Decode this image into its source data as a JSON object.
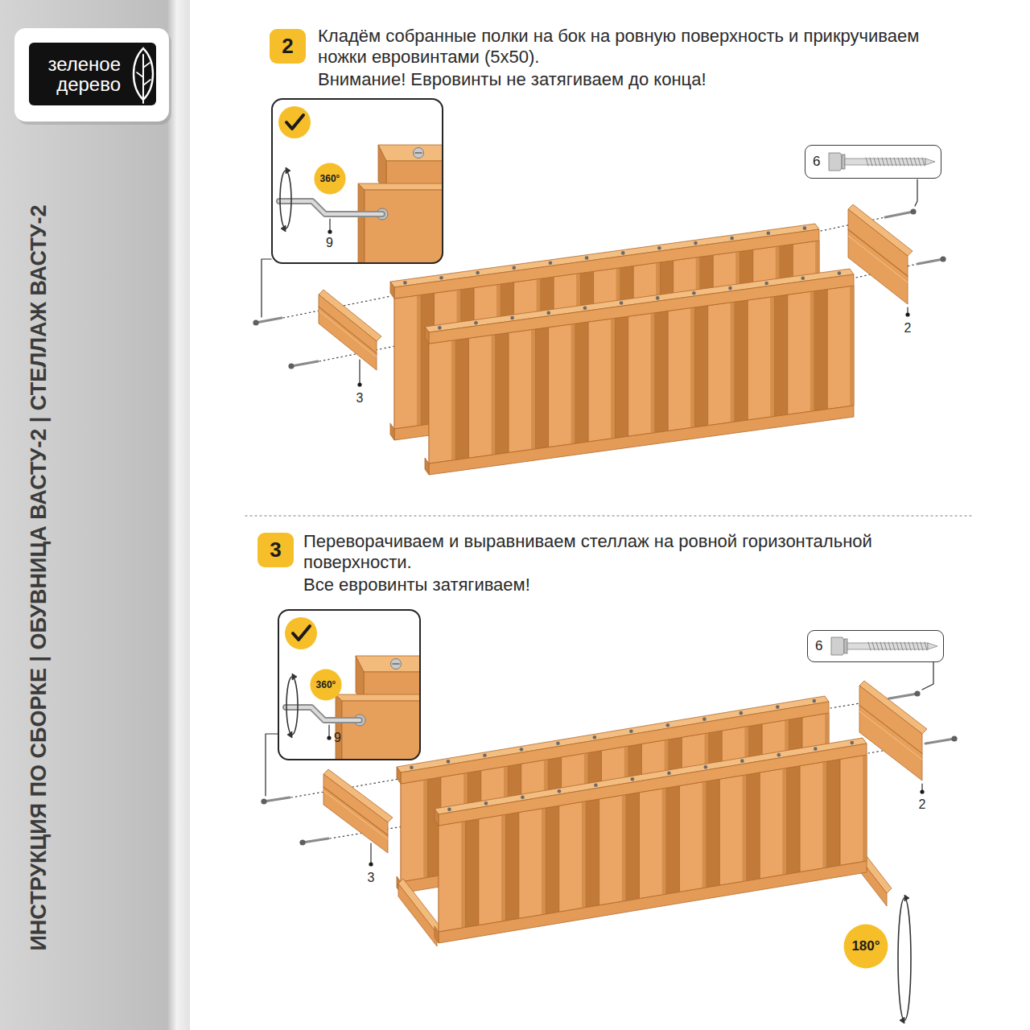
{
  "diagram": {
    "title": "ИНСТРУКЦИЯ ПО СБОРКЕ | ОБУВНИЦА ВАСТУ-2 | СТЕЛЛАЖ ВАСТУ-2",
    "nodes": [
      {
        "text": [
          "зеленое дерево"
        ]
      },
      {
        "text": [
          "2"
        ]
      },
      {
        "text": [
          "9"
        ]
      },
      {
        "text": [
          "360°"
        ],
        "in": 2
      },
      {
        "text": [
          "6"
        ]
      },
      {
        "text": [
          "3"
        ]
      },
      {
        "text": [
          "9"
        ]
      },
      {
        "text": [
          "360°"
        ],
        "in": 6
      },
      {
        "text": [
          "6"
        ]
      },
      {
        "text": [
          "180°"
        ]
      }
    ],
    "labels": [
      "Кладём собранные полки на бок на ровную поверхность и прикручиваем ножки евровинтами (5x50).",
      "Внимание! Евровинты не затягиваем до конца!",
      "3",
      "2",
      "Переворачиваем и выравниваем стеллаж на ровной горизонтальной поверхности.",
      "Все евровинты затягиваем!",
      "3",
      "2"
    ]
  }
}
